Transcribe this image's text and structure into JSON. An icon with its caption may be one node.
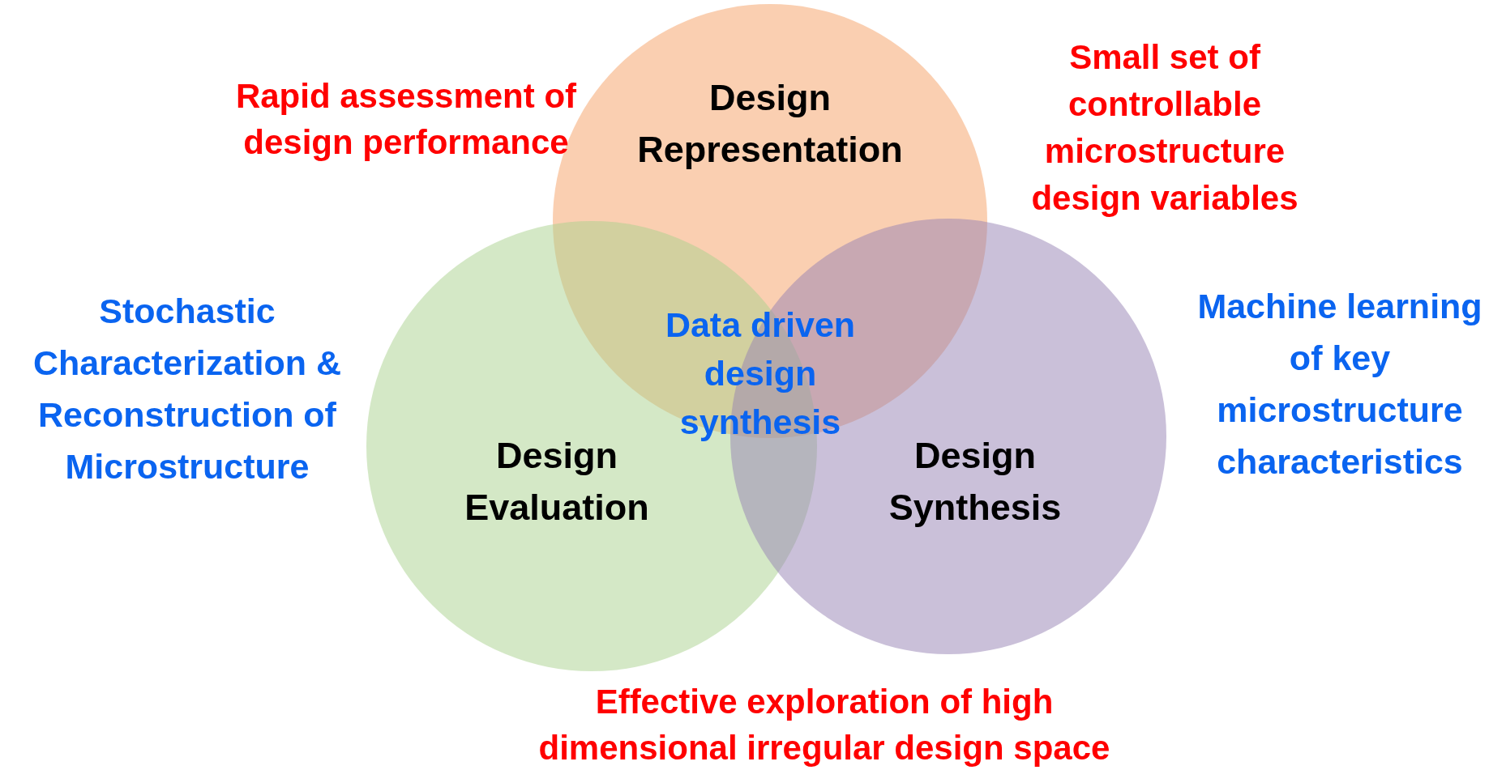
{
  "diagram": {
    "nodes": [
      {
        "text": [
          "Design Representation"
        ]
      },
      {
        "text": [
          "Design Evaluation"
        ]
      },
      {
        "text": [
          "Design Synthesis"
        ]
      }
    ],
    "labels": [
      "Rapid assessment of design performance",
      "Small set of controllable microstructure design variables",
      "Stochastic Characterization & Reconstruction of Microstructure",
      "Data driven design synthesis",
      "Machine learning of key microstructure characteristics",
      "Effective exploration of high dimensional irregular design space"
    ]
  }
}
